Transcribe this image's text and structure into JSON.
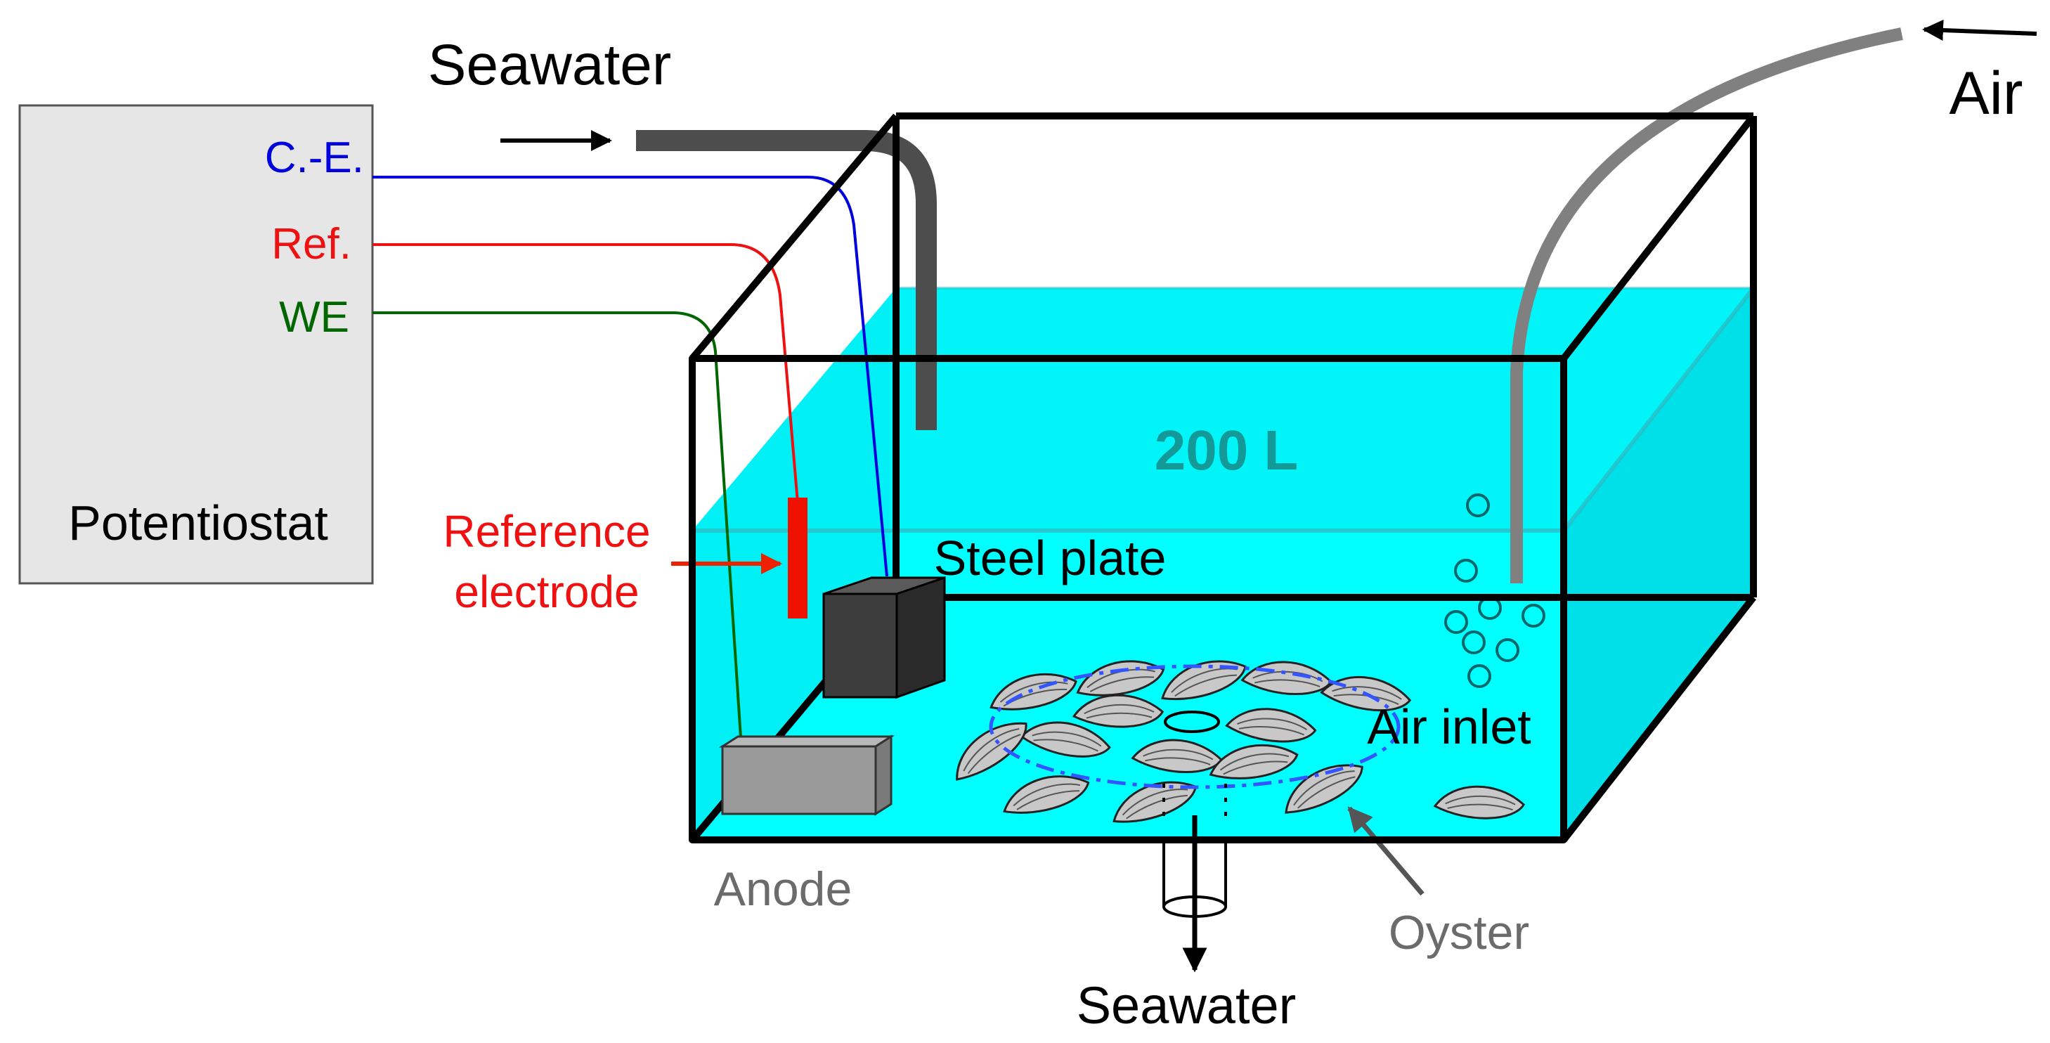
{
  "labels": {
    "potentiostat": "Potentiostat",
    "ce": "C.-E.",
    "ref": "Ref.",
    "we": "WE",
    "seawater_in": "Seawater",
    "seawater_out": "Seawater",
    "air": "Air",
    "volume": "200 L",
    "steel_plate": "Steel plate",
    "reference_line1": "Reference",
    "reference_line2": "electrode",
    "air_inlet": "Air inlet",
    "anode": "Anode",
    "oyster": "Oyster"
  },
  "colors": {
    "water": "#00ffff",
    "water_dark": "#00c8cc",
    "tank_edge": "#000000",
    "potentiostat_box": "#e6e6e6",
    "ce_wire": "#0000dd",
    "ref_wire": "#ee1111",
    "we_wire": "#006600",
    "reference_electrode": "#ee1100",
    "steel_plate": "#3d3d3d",
    "anode": "#999999",
    "seawater_pipe": "#4d4d4d",
    "air_pipe": "#808080",
    "oyster_fill": "#c8c8c8",
    "oyster_ring": "#3355ff",
    "volume_text": "#149999",
    "gray_text": "#6b6b6b"
  }
}
